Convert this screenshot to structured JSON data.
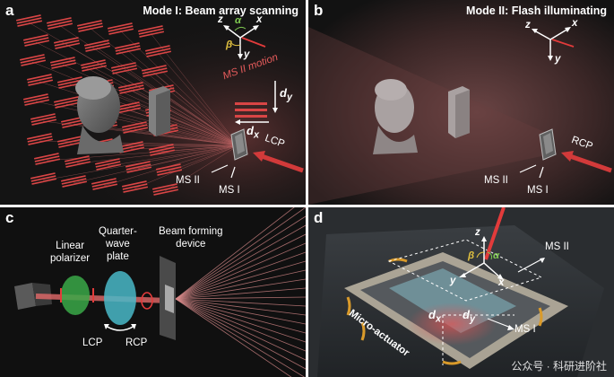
{
  "panels": {
    "a": {
      "label": "a",
      "title": "Mode I: Beam array scanning",
      "axes": {
        "z": "z",
        "alpha": "α",
        "x": "x",
        "beta": "β",
        "y": "y"
      },
      "motion_label": "MS II motion",
      "dy": "d",
      "dy_sub": "y",
      "dx": "d",
      "dx_sub": "x",
      "lcp": "LCP",
      "ms2": "MS II",
      "ms1": "MS I"
    },
    "b": {
      "label": "b",
      "title": "Mode II: Flash illuminating",
      "axes": {
        "z": "z",
        "x": "x",
        "y": "y"
      },
      "rcp": "RCP",
      "ms2": "MS II",
      "ms1": "MS I"
    },
    "c": {
      "label": "c",
      "linear_polarizer": [
        "Linear",
        "polarizer"
      ],
      "quarter_wave": [
        "Quarter-",
        "wave",
        "plate"
      ],
      "beam_forming": [
        "Beam forming",
        "device"
      ],
      "lcp": "LCP",
      "rcp": "RCP"
    },
    "d": {
      "label": "d",
      "axes": {
        "z": "z",
        "beta": "β",
        "alpha": "α",
        "y": "y",
        "x": "x"
      },
      "ms2": "MS II",
      "ms1": "MS I",
      "dx": "d",
      "dx_sub": "x",
      "dy": "d",
      "dy_sub": "y",
      "actuator": "Micro-actuator",
      "watermark": "公众号 · 科研进阶社"
    }
  },
  "colors": {
    "laser": "#e23b3b",
    "grating": "#d94545",
    "axis_alpha": "#7ec850",
    "axis_beta": "#e0c040"
  }
}
